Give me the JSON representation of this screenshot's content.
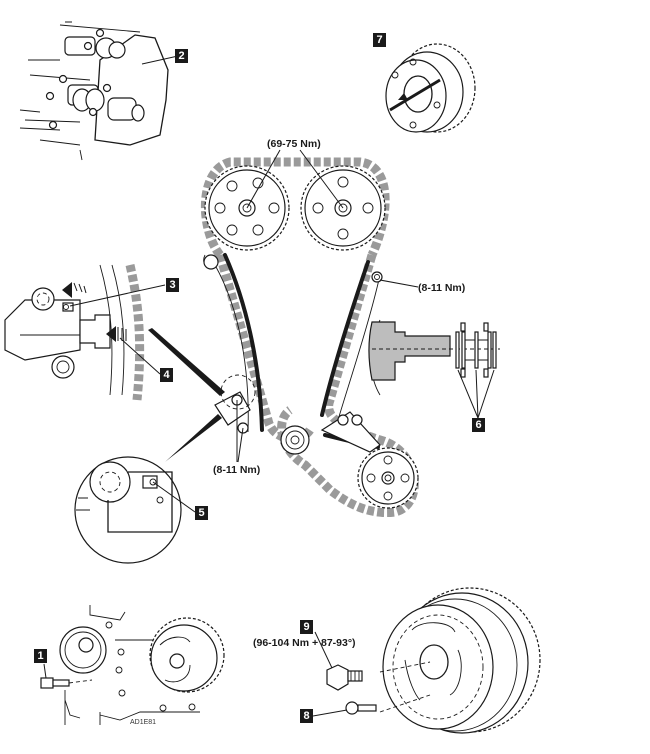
{
  "diagram": {
    "title": "Timing chain assembly exploded view",
    "callouts": [
      {
        "id": "1",
        "label": "1",
        "target": "crankshaft-locking-pin"
      },
      {
        "id": "2",
        "label": "2",
        "target": "camshaft-setting-plate"
      },
      {
        "id": "3",
        "label": "3",
        "target": "tensioner-locking-pin"
      },
      {
        "id": "4",
        "label": "4",
        "target": "tensioner-plunger"
      },
      {
        "id": "5",
        "label": "5",
        "target": "tensioner-lock-detail"
      },
      {
        "id": "6",
        "label": "6",
        "target": "chain-sprocket-spacers"
      },
      {
        "id": "7",
        "label": "7",
        "target": "camshaft-sprocket-phaser"
      },
      {
        "id": "8",
        "label": "8",
        "target": "pulley-locating-bolt"
      },
      {
        "id": "9",
        "label": "9",
        "target": "crankshaft-pulley-bolt"
      }
    ],
    "torque_specs": {
      "camshaft_sprockets": "(69-75 Nm)",
      "upper_guide": "(8-11 Nm)",
      "tensioner": "(8-11 Nm)",
      "crank_pulley": "(96-104 Nm + 87-93°)"
    },
    "figure_code": "AD1E81"
  }
}
